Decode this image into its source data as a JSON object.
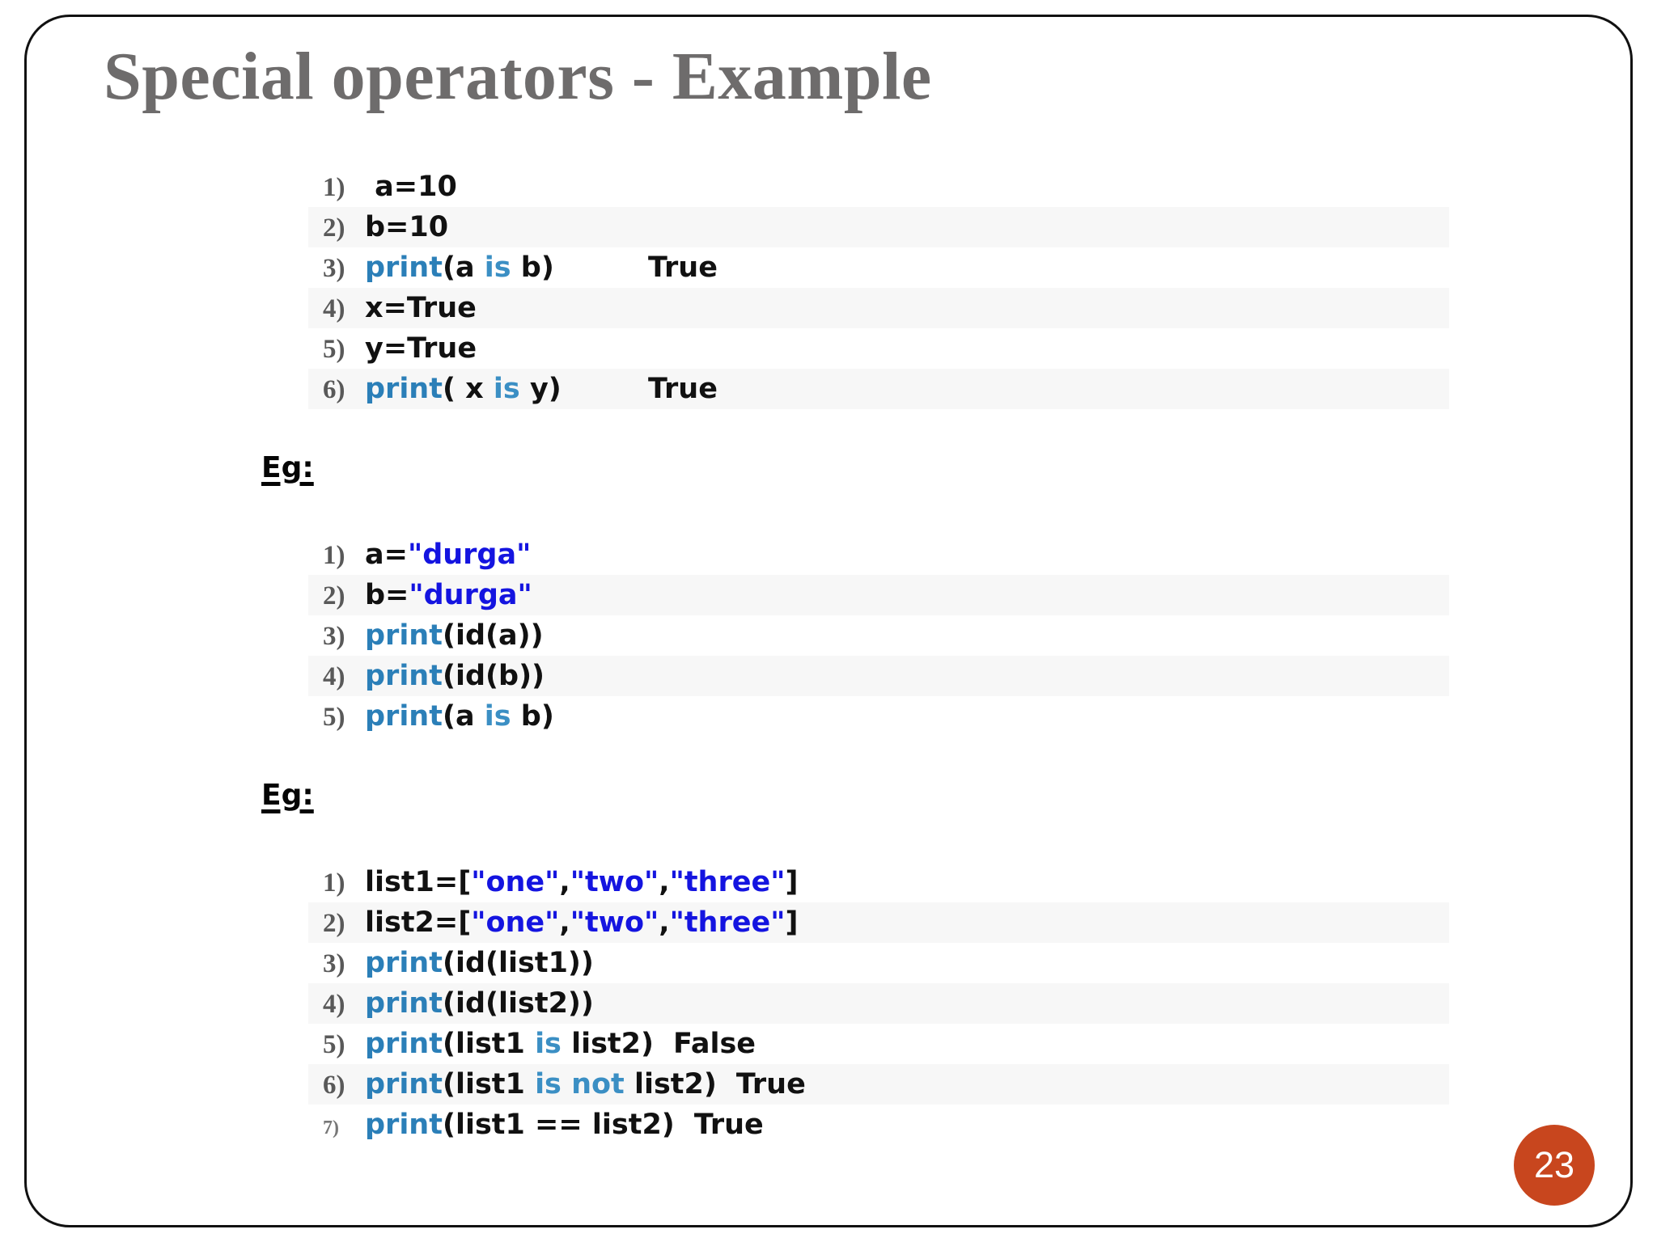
{
  "slide": {
    "title": "Special operators - Example",
    "page_number": "23",
    "accent_color": "#5ed45e",
    "badge_color": "#c8461e",
    "title_color": "#6e6c6c",
    "alt_row_color": "#f7f7f7",
    "string_color": "#1414e0",
    "function_color": "#2b7fb8"
  },
  "blocks": [
    {
      "id": "block-1",
      "lines": [
        {
          "num": "1)",
          "tokens": [
            {
              "t": "plain",
              "v": " a=10"
            }
          ],
          "output": ""
        },
        {
          "num": "2)",
          "tokens": [
            {
              "t": "plain",
              "v": "b=10"
            }
          ],
          "output": ""
        },
        {
          "num": "3)",
          "tokens": [
            {
              "t": "fn",
              "v": "print"
            },
            {
              "t": "plain",
              "v": "(a "
            },
            {
              "t": "kw",
              "v": "is"
            },
            {
              "t": "plain",
              "v": " b)"
            }
          ],
          "output": "True"
        },
        {
          "num": "4)",
          "tokens": [
            {
              "t": "plain",
              "v": "x=True"
            }
          ],
          "output": ""
        },
        {
          "num": "5)",
          "tokens": [
            {
              "t": "plain",
              "v": "y=True"
            }
          ],
          "output": ""
        },
        {
          "num": "6)",
          "tokens": [
            {
              "t": "fn",
              "v": "print"
            },
            {
              "t": "plain",
              "v": "( x "
            },
            {
              "t": "kw",
              "v": "is"
            },
            {
              "t": "plain",
              "v": " y)"
            }
          ],
          "output": "True"
        }
      ]
    },
    {
      "id": "block-2",
      "label": "Eg:",
      "lines": [
        {
          "num": "1)",
          "tokens": [
            {
              "t": "plain",
              "v": "a="
            },
            {
              "t": "str",
              "v": "\"durga\""
            }
          ],
          "output": ""
        },
        {
          "num": "2)",
          "tokens": [
            {
              "t": "plain",
              "v": "b="
            },
            {
              "t": "str",
              "v": "\"durga\""
            }
          ],
          "output": ""
        },
        {
          "num": "3)",
          "tokens": [
            {
              "t": "fn",
              "v": "print"
            },
            {
              "t": "plain",
              "v": "(id(a))"
            }
          ],
          "output": ""
        },
        {
          "num": "4)",
          "tokens": [
            {
              "t": "fn",
              "v": "print"
            },
            {
              "t": "plain",
              "v": "(id(b))"
            }
          ],
          "output": ""
        },
        {
          "num": "5)",
          "tokens": [
            {
              "t": "fn",
              "v": "print"
            },
            {
              "t": "plain",
              "v": "(a "
            },
            {
              "t": "kw",
              "v": "is"
            },
            {
              "t": "plain",
              "v": " b)"
            }
          ],
          "output": ""
        }
      ]
    },
    {
      "id": "block-3",
      "label": "Eg:",
      "lines": [
        {
          "num": "1)",
          "tokens": [
            {
              "t": "plain",
              "v": "list1=["
            },
            {
              "t": "str",
              "v": "\"one\""
            },
            {
              "t": "plain",
              "v": ","
            },
            {
              "t": "str",
              "v": "\"two\""
            },
            {
              "t": "plain",
              "v": ","
            },
            {
              "t": "str",
              "v": "\"three\""
            },
            {
              "t": "plain",
              "v": "]"
            }
          ],
          "output": ""
        },
        {
          "num": "2)",
          "tokens": [
            {
              "t": "plain",
              "v": "list2=["
            },
            {
              "t": "str",
              "v": "\"one\""
            },
            {
              "t": "plain",
              "v": ","
            },
            {
              "t": "str",
              "v": "\"two\""
            },
            {
              "t": "plain",
              "v": ","
            },
            {
              "t": "str",
              "v": "\"three\""
            },
            {
              "t": "plain",
              "v": "]"
            }
          ],
          "output": ""
        },
        {
          "num": "3)",
          "tokens": [
            {
              "t": "fn",
              "v": "print"
            },
            {
              "t": "plain",
              "v": "(id(list1))"
            }
          ],
          "output": ""
        },
        {
          "num": "4)",
          "tokens": [
            {
              "t": "fn",
              "v": "print"
            },
            {
              "t": "plain",
              "v": "(id(list2))"
            }
          ],
          "output": ""
        },
        {
          "num": "5)",
          "tokens": [
            {
              "t": "fn",
              "v": "print"
            },
            {
              "t": "plain",
              "v": "(list1 "
            },
            {
              "t": "kw",
              "v": "is"
            },
            {
              "t": "plain",
              "v": " list2)"
            }
          ],
          "output": "False"
        },
        {
          "num": "6)",
          "tokens": [
            {
              "t": "fn",
              "v": "print"
            },
            {
              "t": "plain",
              "v": "(list1 "
            },
            {
              "t": "kw",
              "v": "is not"
            },
            {
              "t": "plain",
              "v": " list2)"
            }
          ],
          "output": "True"
        },
        {
          "num": "7)",
          "num_small": true,
          "tokens": [
            {
              "t": "fn",
              "v": "print"
            },
            {
              "t": "plain",
              "v": "(list1 == list2)"
            }
          ],
          "output": "True"
        }
      ]
    }
  ]
}
